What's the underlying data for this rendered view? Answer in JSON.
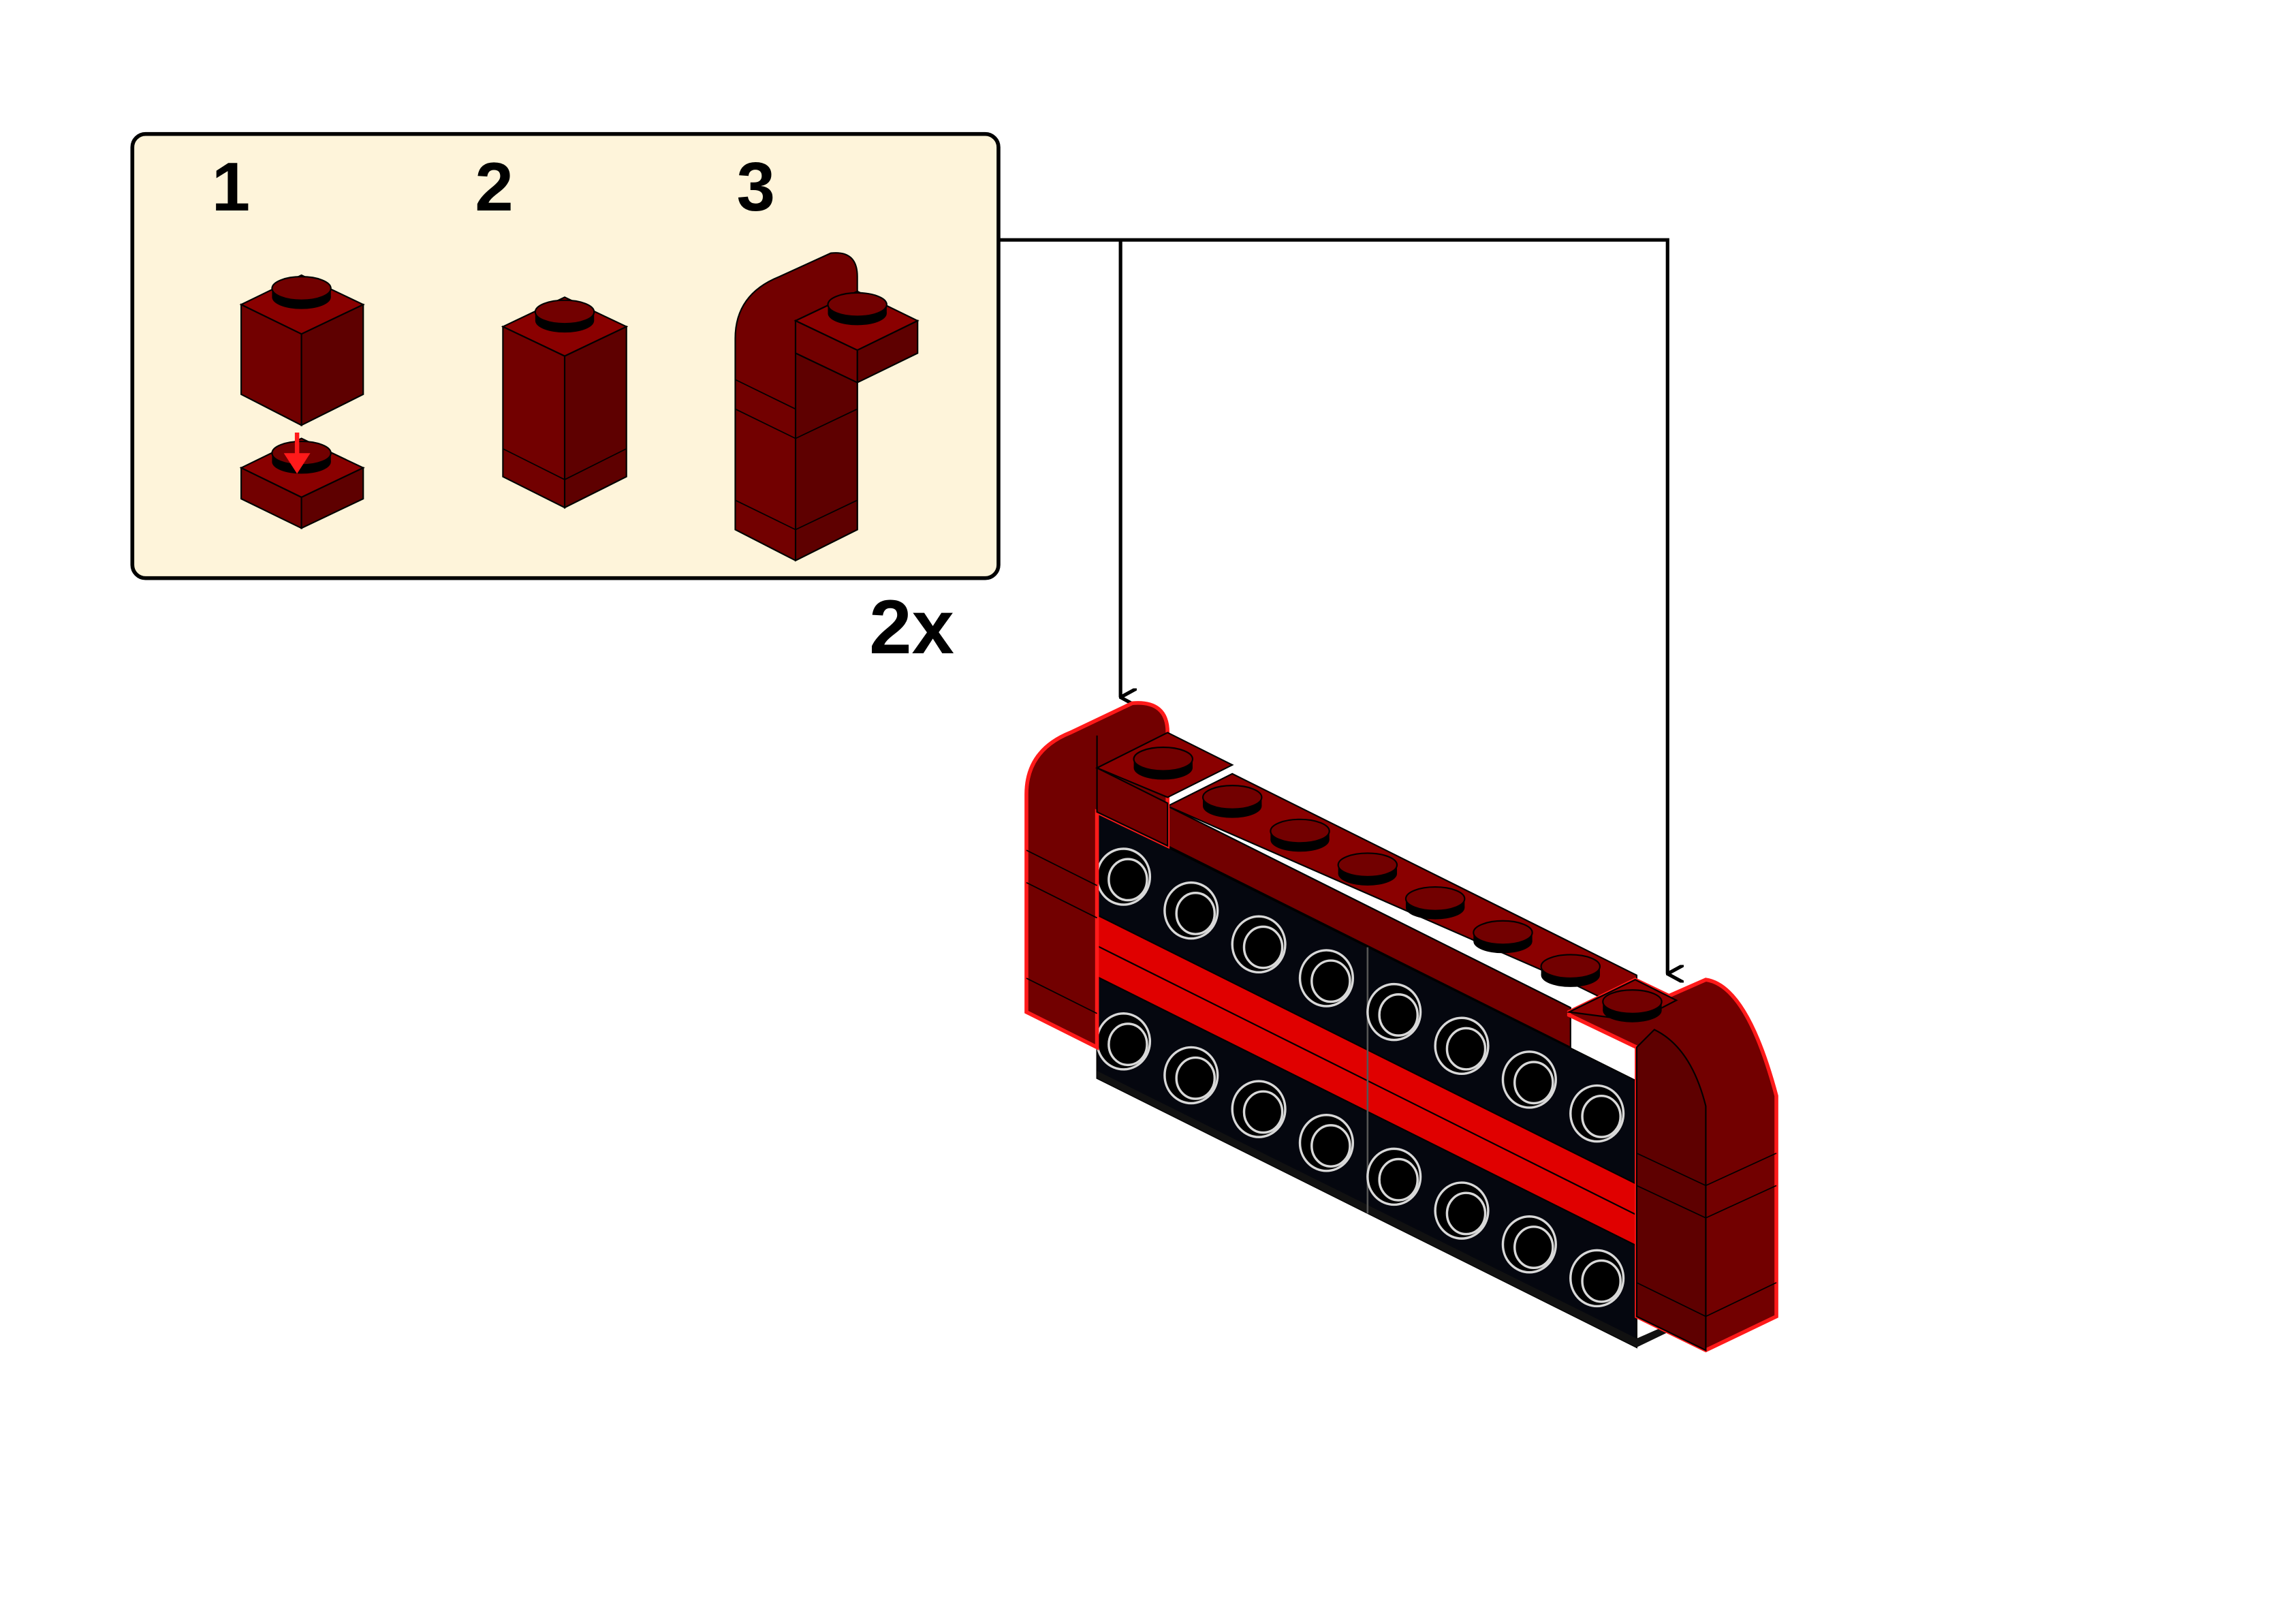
{
  "callout": {
    "steps": [
      {
        "number": "1"
      },
      {
        "number": "2"
      },
      {
        "number": "3"
      }
    ],
    "multiplier": "2x"
  },
  "colors": {
    "callout_background": "#fef4da",
    "brick_dark_red": "#720000",
    "brick_black": "#05070f",
    "brick_red": "#e00000",
    "highlight_outline": "#ff1a1a"
  }
}
